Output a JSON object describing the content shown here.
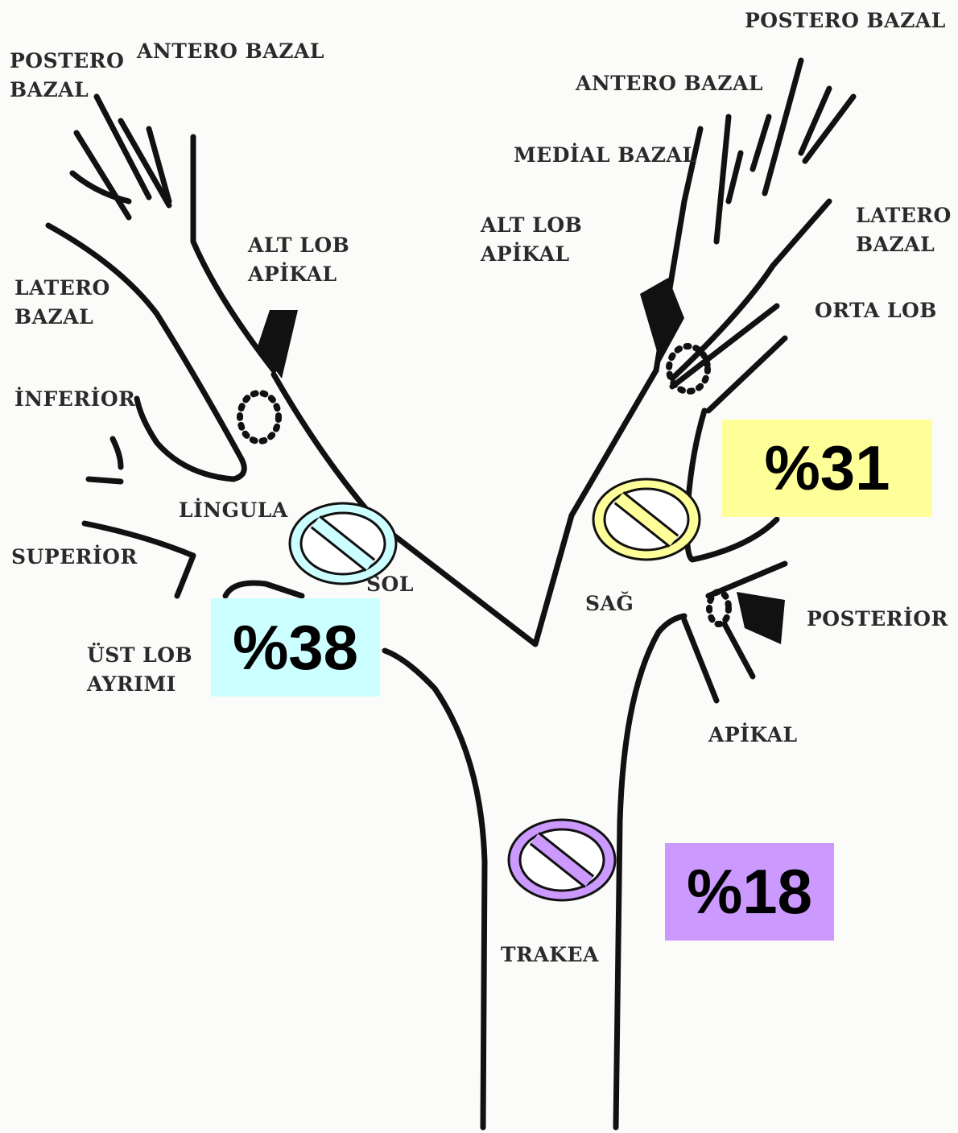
{
  "labels": {
    "postero_bazal_left": "POSTERO\nBAZAL",
    "antero_bazal_left": "ANTERO BAZAL",
    "alt_lob_apikal_left": "ALT LOB\nAPİKAL",
    "latero_bazal_left": "LATERO\nBAZAL",
    "inferior": "İNFERİOR",
    "lingula": "LİNGULA",
    "superior": "SUPERİOR",
    "sol": "SOL",
    "ust_lob_ayrimi": "ÜST LOB\nAYRIMI",
    "postero_bazal_right": "POSTERO BAZAL",
    "antero_bazal_right": "ANTERO BAZAL",
    "medial_bazal": "MEDİAL BAZAL",
    "alt_lob_apikal_right": "ALT LOB\nAPİKAL",
    "latero_bazal_right": "LATERO\nBAZAL",
    "orta_lob": "ORTA LOB",
    "sag": "SAĞ",
    "posterior": "POSTERİOR",
    "apikal": "APİKAL",
    "trakea": "TRAKEA"
  },
  "percentages": {
    "left": {
      "value": "%38",
      "color": "#ccffff",
      "marker_color": "#ccffff"
    },
    "right": {
      "value": "%31",
      "color": "#ffff99",
      "marker_color": "#ffff99"
    },
    "trachea": {
      "value": "%18",
      "color": "#cc99ff",
      "marker_color": "#cc99ff"
    }
  },
  "icons": {
    "blocked_marker": "prohibition-circle-icon",
    "segment_marker": "dotted-ring-icon",
    "wedge_marker": "filled-wedge-icon"
  }
}
